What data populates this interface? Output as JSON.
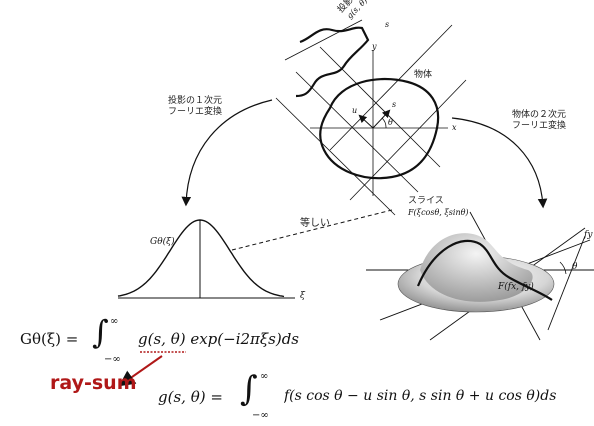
{
  "labels": {
    "projection_tag": "投影",
    "projection_sub": "g(s, θ)",
    "object": "物体",
    "fourier_1d_line1": "投影の１次元",
    "fourier_1d_line2": "フーリエ変換",
    "fourier_2d_line1": "物体の２次元",
    "fourier_2d_line2": "フーリエ変換",
    "equal": "等しい",
    "slice": "スライス",
    "slice_coords": "F(ξcosθ, ξsinθ)",
    "G_theta": "Gθ(ξ)",
    "xi_axis": "ξ",
    "axis_x": "x",
    "axis_y": "y",
    "axis_s": "s",
    "axis_u": "u",
    "angle_theta": "θ",
    "surface_label": "F(fx, fy)",
    "fy_axis": "fy",
    "theta_right": "θ",
    "s_top": "s"
  },
  "equations": {
    "eq1_lhs": "Gθ(ξ) =",
    "eq1_rhs": "g(s, θ) exp(−i2πξs)ds",
    "eq1_upper": "∞",
    "eq1_lower": "−∞",
    "eq2_lhs": "g(s, θ) =",
    "eq2_rhs": "f(s cos θ − u sin θ, s sin θ + u cos θ)ds",
    "eq2_upper": "∞",
    "eq2_lower": "−∞"
  },
  "annotation": {
    "ray_sum": "ray-sum",
    "color": "#b01818"
  }
}
